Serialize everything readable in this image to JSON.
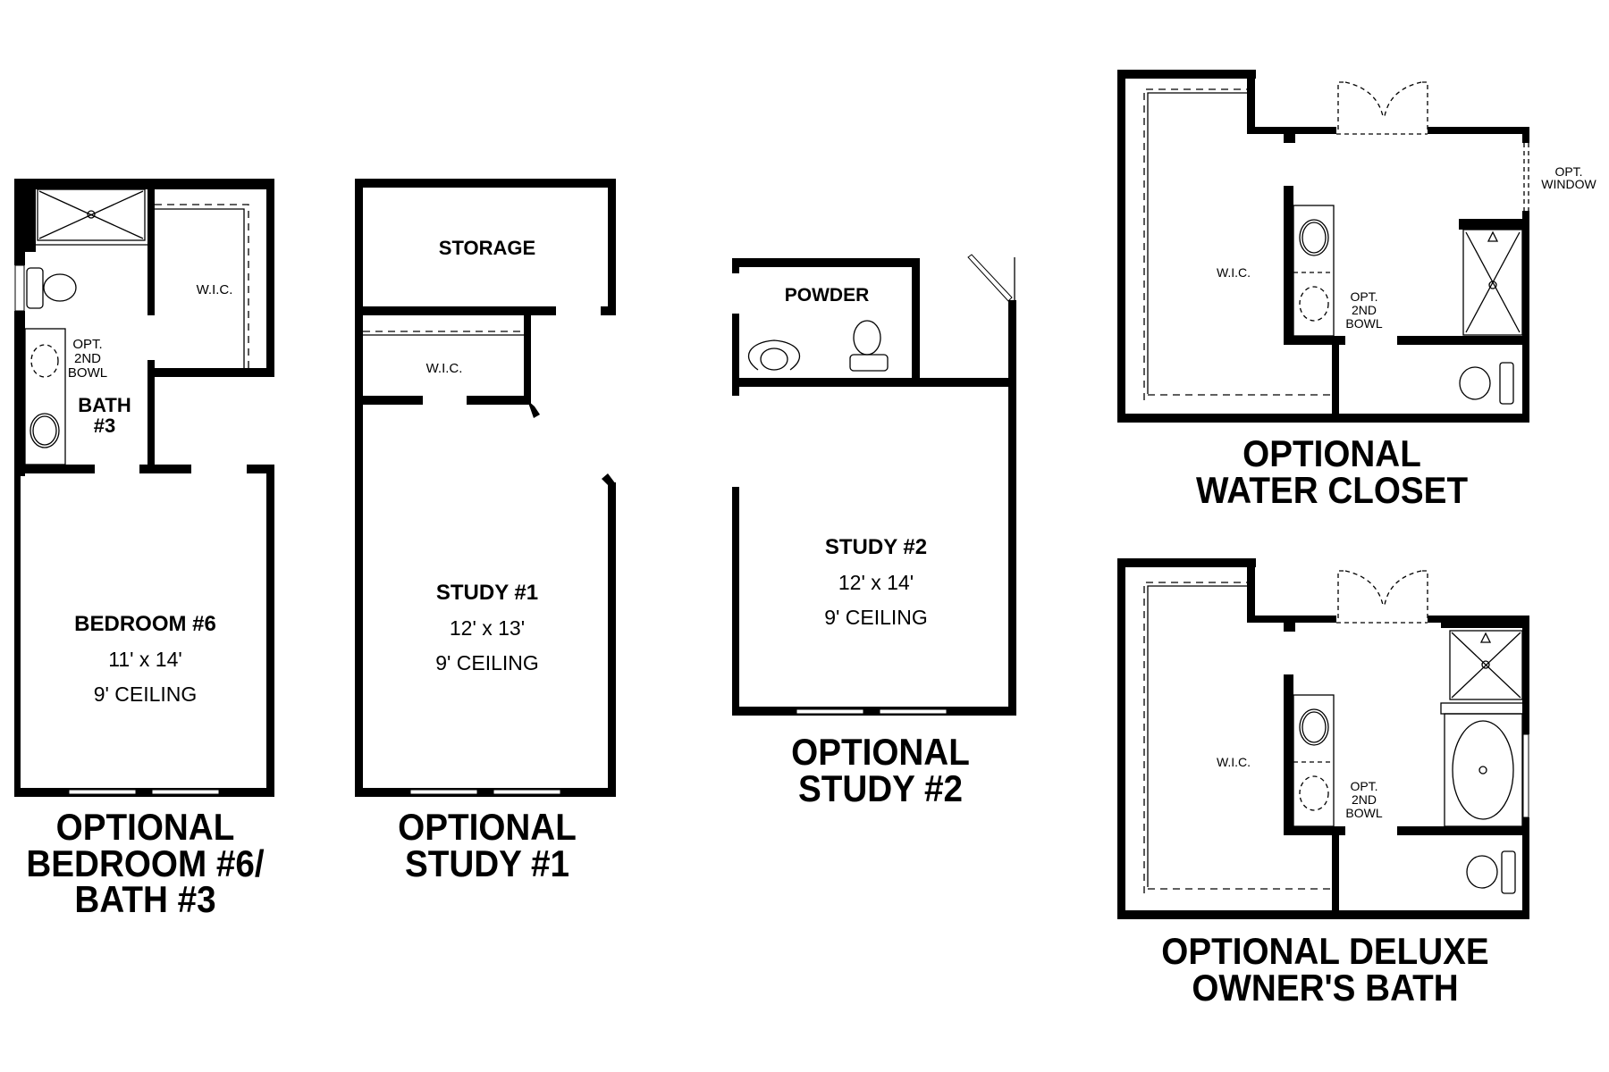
{
  "plans": {
    "bedroom6_bath3": {
      "title": "OPTIONAL\nBEDROOM #6/\nBATH #3",
      "rooms": {
        "bedroom": {
          "name": "BEDROOM #6",
          "size": "11' x 14'",
          "ceiling": "9' CEILING"
        },
        "bath": {
          "name": "BATH\n#3"
        },
        "wic": {
          "name": "W.I.C."
        },
        "opt_bowl": {
          "name": "OPT.\n2ND\nBOWL"
        }
      }
    },
    "study1": {
      "title": "OPTIONAL\nSTUDY #1",
      "rooms": {
        "storage": {
          "name": "STORAGE"
        },
        "wic": {
          "name": "W.I.C."
        },
        "study": {
          "name": "STUDY #1",
          "size": "12' x 13'",
          "ceiling": "9' CEILING"
        }
      }
    },
    "study2": {
      "title": "OPTIONAL\nSTUDY #2",
      "rooms": {
        "powder": {
          "name": "POWDER"
        },
        "study": {
          "name": "STUDY #2",
          "size": "12' x 14'",
          "ceiling": "9' CEILING"
        }
      }
    },
    "water_closet": {
      "title": "OPTIONAL\nWATER CLOSET",
      "rooms": {
        "wic": {
          "name": "W.I.C."
        },
        "opt_bowl": {
          "name": "OPT.\n2ND\nBOWL"
        },
        "opt_window": {
          "name": "OPT.\nWINDOW"
        }
      }
    },
    "deluxe_owners_bath": {
      "title": "OPTIONAL DELUXE\nOWNER'S BATH",
      "rooms": {
        "wic": {
          "name": "W.I.C."
        },
        "opt_bowl": {
          "name": "OPT.\n2ND\nBOWL"
        }
      }
    }
  },
  "colors": {
    "wall": "#000000",
    "background": "#ffffff"
  }
}
